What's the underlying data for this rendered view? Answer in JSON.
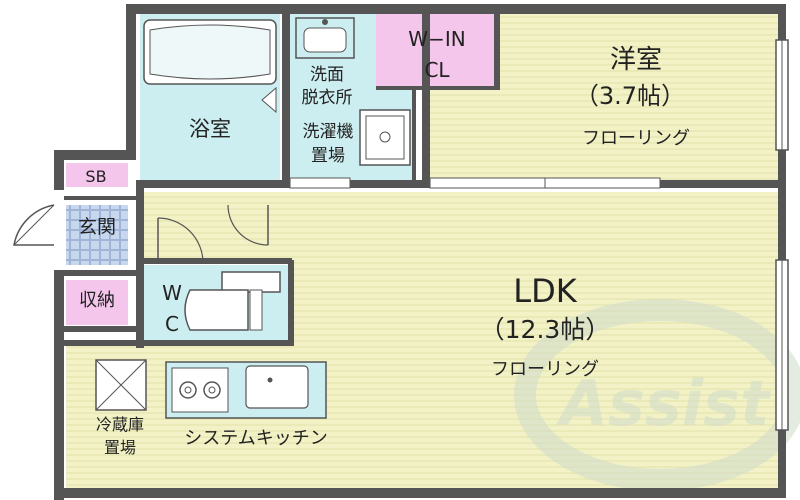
{
  "rooms": {
    "western_room": {
      "name": "洋室",
      "size": "（3.7帖）",
      "floor": "フローリング"
    },
    "ldk": {
      "name": "LDK",
      "size": "（12.3帖）",
      "floor": "フローリング"
    },
    "walk_in_closet": {
      "line1": "W−IN",
      "line2": "CL"
    },
    "bathroom": {
      "name": "浴室"
    },
    "washroom": {
      "line1": "洗面",
      "line2": "脱衣所"
    },
    "laundry": {
      "line1": "洗濯機",
      "line2": "置場"
    },
    "shoe_box": {
      "name": "SB"
    },
    "entrance": {
      "name": "玄関"
    },
    "storage": {
      "name": "収納"
    },
    "wc": {
      "line1": "W",
      "line2": "C"
    },
    "fridge": {
      "line1": "冷蔵庫",
      "line2": "置場"
    },
    "kitchen": {
      "name": "システムキッチン"
    }
  },
  "watermark": {
    "text": "Assist"
  },
  "colors": {
    "floor_yellow": "#f3f2c7",
    "wet_area_cyan": "#cdeef0",
    "closet_pink": "#f4c6ec",
    "entrance_blue": "#c6d7ee",
    "wall_gray": "#555555",
    "watermark_green": "#cfdcc9"
  }
}
